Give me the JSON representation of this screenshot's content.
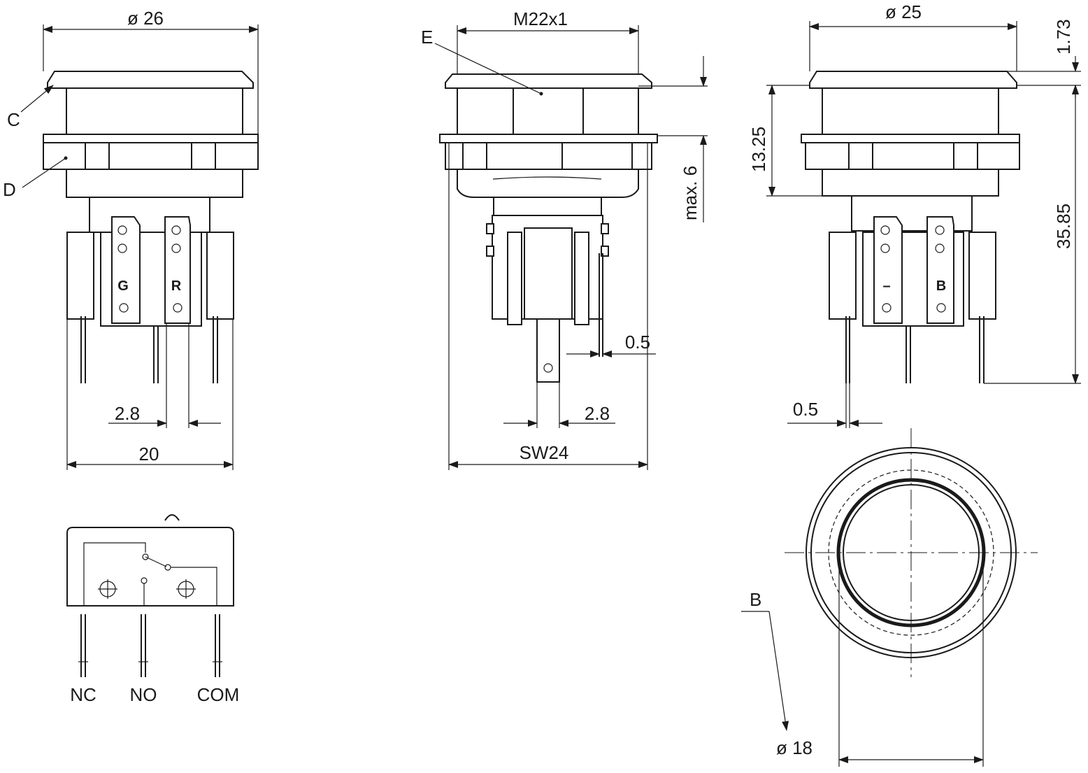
{
  "dimensions": {
    "dia26": "ø 26",
    "m22": "M22x1",
    "dia25": "ø 25",
    "d173": "1.73",
    "d1325": "13.25",
    "max6": "max. 6",
    "d3585": "35.85",
    "d05_front": "0.5",
    "d05_right": "0.5",
    "d28_left": "2.8",
    "d28_mid": "2.8",
    "d20": "20",
    "sw24": "SW24",
    "dia18": "ø 18"
  },
  "labels": {
    "C": "C",
    "D": "D",
    "E": "E",
    "B": "B"
  },
  "terminal_marks": {
    "g": "G",
    "r": "R",
    "minus": "–",
    "b": "B"
  },
  "schematic": {
    "nc": "NC",
    "no": "NO",
    "com": "COM"
  }
}
